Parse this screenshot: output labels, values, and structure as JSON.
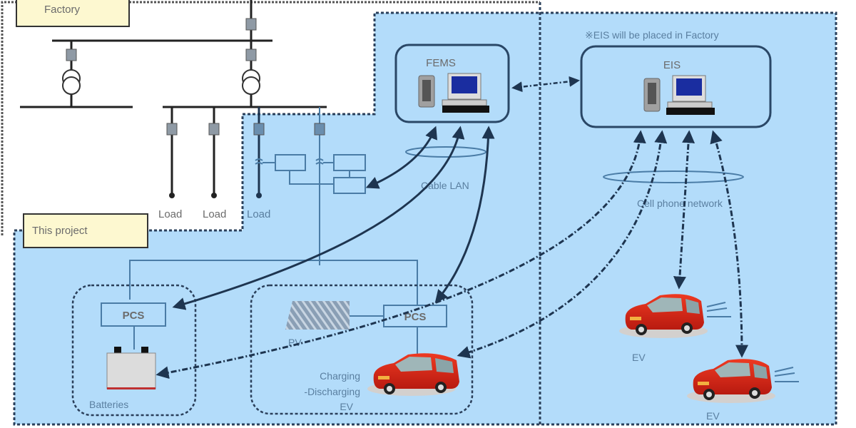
{
  "diagram": {
    "regions": {
      "factory": {
        "label": "Factory"
      },
      "this_project": {
        "label": "This project"
      },
      "eis_note": "※EIS will be placed in Factory"
    },
    "nodes": {
      "fems": {
        "label": "FEMS"
      },
      "eis": {
        "label": "EIS"
      },
      "pcs_batteries": {
        "label": "PCS"
      },
      "pcs_pv": {
        "label": "PCS"
      },
      "batteries": {
        "label": "Batteries"
      },
      "pv": {
        "label": "PV"
      },
      "ev_local": {
        "label_line1": "Charging",
        "label_line2": "-Discharging",
        "label_line3": "EV"
      },
      "ev_remote_1": {
        "label": "EV"
      },
      "ev_remote_2": {
        "label": "EV"
      }
    },
    "loads": [
      "Load",
      "Load",
      "Load"
    ],
    "networks": {
      "cable_lan": "Cable LAN",
      "cell_phone": "Cell phone network"
    },
    "colors": {
      "background": "#ffffff",
      "project_fill": "#b3dcfa",
      "label_box_fill": "#fdf8d0",
      "line_dark": "#1e3550",
      "line_blue": "#4a7ca6",
      "text_gray": "#6b6b6b",
      "text_blue": "#5a7fa0",
      "car_red": "#d8241a"
    }
  }
}
